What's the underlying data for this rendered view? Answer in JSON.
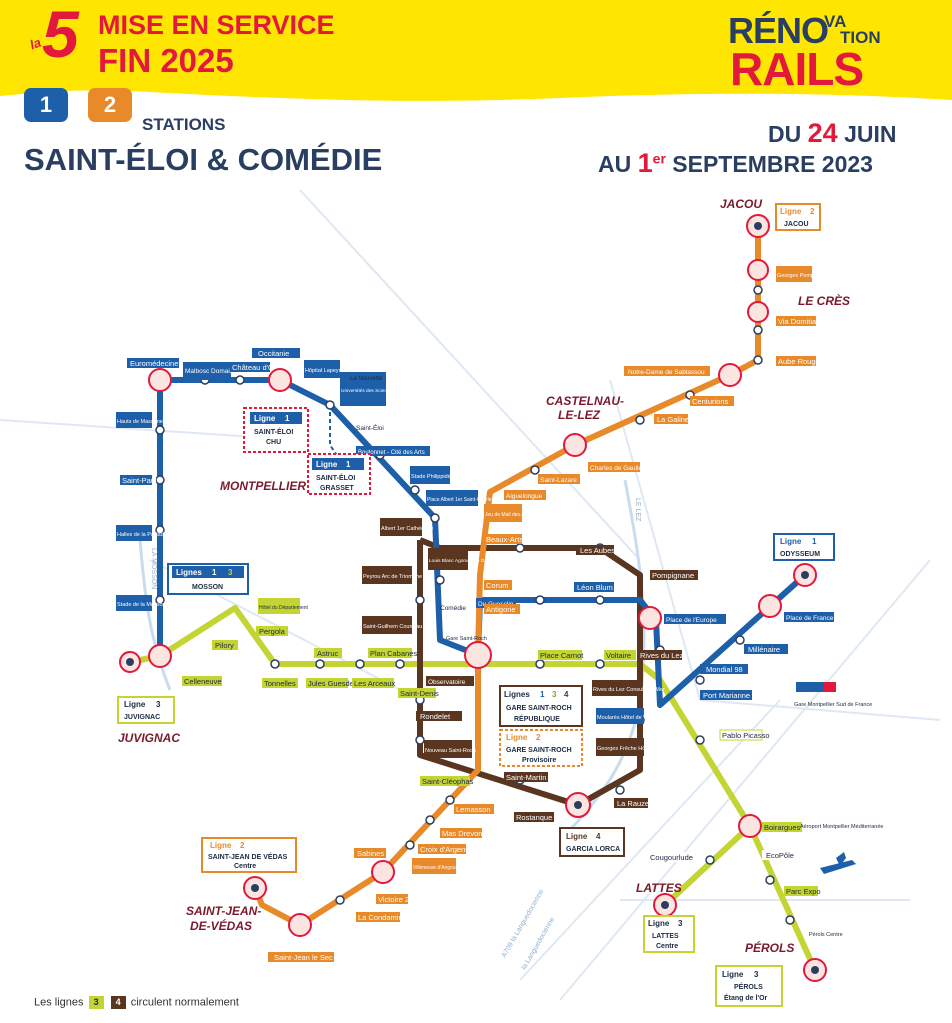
{
  "header": {
    "la5_prefix": "la",
    "la5_number": "5",
    "title_line1": "MISE EN SERVICE",
    "title_line2": "FIN 2025",
    "badge1": "1",
    "badge2": "2",
    "stations_label": "STATIONS",
    "stations_names": "SAINT-ÉLOI & COMÉDIE",
    "logo_reno": "RÉNO",
    "logo_va": "VA",
    "logo_tion": "TION",
    "logo_rails": "RAILS",
    "dates_line1_prefix": "DU",
    "dates_line1_day": "24",
    "dates_line1_month": "JUIN",
    "dates_line2_prefix": "AU",
    "dates_line2_day": "1",
    "dates_line2_sup": "er",
    "dates_line2_month": "SEPTEMBRE 2023"
  },
  "colors": {
    "yellow": "#ffe600",
    "red": "#e3183d",
    "line1": "#1d5fa8",
    "line2": "#e8892a",
    "line3": "#c3d433",
    "line4": "#5a3520",
    "navy": "#2a3e62"
  },
  "towns": {
    "montpellier": "MONTPELLIER",
    "castelnau": "CASTELNAU-",
    "castelnau2": "LE-LEZ",
    "jacou": "JACOU",
    "le_cres": "LE CRÈS",
    "juvignac": "JUVIGNAC",
    "st_jean1": "SAINT-JEAN-",
    "st_jean2": "DE-VÉDAS",
    "lattes": "LATTES",
    "perols": "PÉROLS"
  },
  "terminus_boxes": {
    "st_eloi_chu": {
      "line_word": "Ligne",
      "line_num": "1",
      "name1": "SAINT-ÉLOI",
      "name2": "CHU"
    },
    "st_eloi_grasset": {
      "line_word": "Ligne",
      "line_num": "1",
      "name1": "SAINT-ÉLOI",
      "name2": "GRASSET"
    },
    "mosson": {
      "line_word": "Lignes",
      "line_num": "1",
      "line_num2": "3",
      "name1": "MOSSON"
    },
    "juvignac": {
      "line_word": "Ligne",
      "line_num": "3",
      "name1": "JUVIGNAC"
    },
    "jacou": {
      "line_word": "Ligne",
      "line_num": "2",
      "name1": "JACOU"
    },
    "odysseum": {
      "line_word": "Ligne",
      "line_num": "1",
      "name1": "ODYSSEUM"
    },
    "gare_rep": {
      "line_word": "Lignes",
      "line_num": "1",
      "line_num2": "3",
      "line_num3": "4",
      "name1": "GARE SAINT-ROCH",
      "name2": "RÉPUBLIQUE"
    },
    "gare_prov": {
      "line_word": "Ligne",
      "line_num": "2",
      "name1": "GARE SAINT-ROCH",
      "name2": "Provisoire"
    },
    "garcia_lorca": {
      "line_word": "Ligne",
      "line_num": "4",
      "name1": "GARCIA LORCA"
    },
    "st_jean_vedas": {
      "line_word": "Ligne",
      "line_num": "2",
      "name1": "SAINT-JEAN DE VÉDAS",
      "name2": "Centre"
    },
    "lattes_centre": {
      "line_word": "Ligne",
      "line_num": "3",
      "name1": "LATTES",
      "name2": "Centre"
    },
    "perols_etang": {
      "line_word": "Ligne",
      "line_num": "3",
      "name1": "PÉROLS",
      "name2": "Étang de l'Or"
    }
  },
  "stations": {
    "euromedecine": "Euromédecine",
    "malbosc": "Malbosc Domaine d'O",
    "chateau_o": "Château d'O",
    "occitanie": "Occitanie",
    "hopital": "Hôpital Lapeyronie",
    "universites": "Universités des Sciences et Lettres",
    "la_nouvette": "La Nouvette",
    "hauts_massane": "Hauts de Massane",
    "saint_paul": "Saint-Paul",
    "halles_paillade": "Halles de la Paillade",
    "stade_mosson": "Stade de la Mosson",
    "saint_eloi": "Saint-Éloi",
    "boutonnet": "Boutonnet - Cité des Arts",
    "stade_philippides": "Stade Philippidès",
    "place_albert": "Place Albert 1er Saint-Charles",
    "albert_cathedrale": "Albert 1er Cathédrale",
    "louis_blanc": "Louis Blanc Agora de la Danse",
    "peyrou": "Peyrou Arc de Triomphe",
    "saint_guilhem": "Saint-Guilhem Courreau",
    "hotel_departement": "Hôtel du Département",
    "pergola": "Pergola",
    "pilory": "Pilory",
    "celleneuve": "Celleneuve",
    "tonnelles": "Tonnelles",
    "jules_guesde": "Jules Guesde",
    "astruc": "Astruc",
    "plan_cabanes": "Plan Cabanes",
    "les_arceaux": "Les Arceaux",
    "saint_denis": "Saint-Denis",
    "observatoire": "Observatoire",
    "comedie": "Comédie",
    "gare_st_roch": "Gare Saint-Roch",
    "corum": "Corum",
    "antigone": "Antigone",
    "du_guesclin": "Du Guesclin",
    "place_carnot": "Place Carnot",
    "voltaire": "Voltaire",
    "les_aubes": "Les Aubes",
    "leon_blum": "Léon Blum",
    "pompignane": "Pompignane",
    "place_europe": "Place de l'Europe",
    "rives_lez": "Rives du Lez",
    "rives_consuls": "Rives du Lez Consuls de Mer",
    "moulares": "Moularès Hôtel de Ville",
    "georges_freche": "Georges Frêche Hôtel de Ville",
    "rondelet": "Rondelet",
    "nouveau_st_roch": "Nouveau Saint-Roch",
    "saint_cleophas": "Saint-Cléophas",
    "saint_martin": "Saint-Martin",
    "rostangue": "Rostanque",
    "la_rauze": "La Rauze",
    "lemasson": "Lemasson",
    "mas_drevon": "Mas Drevon",
    "croix_argent": "Croix d'Argent",
    "sabines": "Sabines",
    "villeneuve_angouleme": "Villeneuve d'Angoulême",
    "victoire2": "Victoire 2",
    "la_condamine": "La Condamine",
    "st_jean_sec": "Saint-Jean le Sec",
    "aiguelongue": "Aiguelongue",
    "saint_lazare": "Saint-Lazare",
    "jeu_mail": "Jeu de Mail des Abbés",
    "beaux_arts": "Beaux-Arts",
    "charles_gaulle": "Charles de Gaulle",
    "la_galine": "La Galine",
    "centurions": "Centurions",
    "notre_dame": "Notre-Dame de Sablassou",
    "aube_rouge": "Aube Rouge",
    "via_domitia": "Via Domitia",
    "georges_pompidou": "Georges Pompidou",
    "millenaire": "Millénaire",
    "place_france": "Place de France",
    "mondial98": "Mondial 98",
    "port_marianne": "Port Marianne",
    "pablo_picasso": "Pablo Picasso",
    "boirargues": "Boirargues",
    "ecopole": "EcoPôle",
    "parc_expo": "Parc Expo",
    "perols_centre": "Pérols Centre",
    "cougourlude": "Cougourlude",
    "gare_sud_france": "Gare Montpellier Sud de France",
    "aeroport": "Aéroport Montpellier Méditerranée",
    "la_mosson_river": "LA MOSSON",
    "le_lez_river": "LE LEZ",
    "a709": "A709 la Languedocienne",
    "languedocienne": "la Languedocienne"
  },
  "legend": {
    "prefix": "Les lignes",
    "chip1": "3",
    "chip2": "4",
    "suffix": "circulent normalement"
  }
}
